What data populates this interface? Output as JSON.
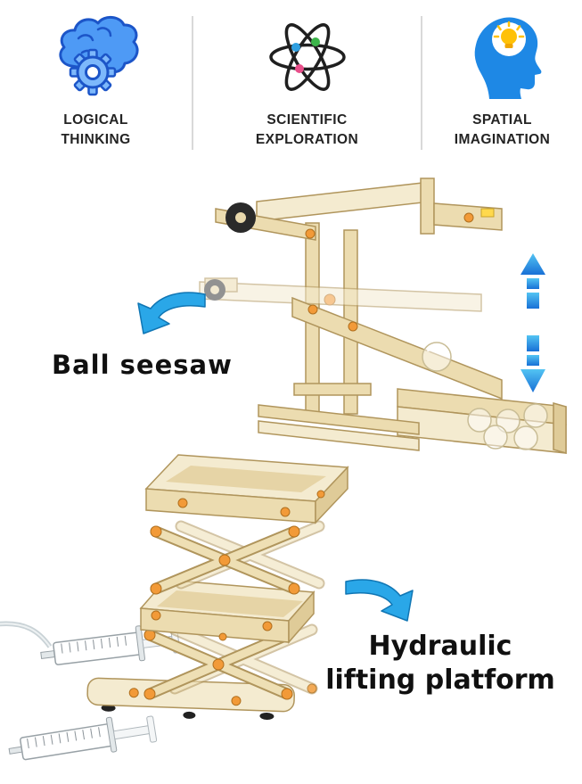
{
  "features": {
    "items": [
      {
        "icon": "brain-gear-icon",
        "line1": "LOGICAL",
        "line2": "THINKING"
      },
      {
        "icon": "atom-icon",
        "line1": "SCIENTIFIC",
        "line2": "EXPLORATION"
      },
      {
        "icon": "head-lightbulb-icon",
        "line1": "SPATIAL",
        "line2": "IMAGINATION"
      }
    ]
  },
  "labels": {
    "ball_seesaw": "Ball seesaw",
    "hydraulic_line1": "Hydraulic",
    "hydraulic_line2": "lifting platform"
  },
  "icons": {
    "brain_gear": "brain-gear-icon",
    "atom": "atom-icon",
    "head_bulb": "head-lightbulb-icon",
    "up_arrow": "up-arrow-icon",
    "down_arrow": "down-arrow-icon",
    "curved_arrow_left": "curved-arrow-left-icon",
    "curved_arrow_right": "curved-arrow-right-icon"
  },
  "colors": {
    "accent_blue": "#2aa7e8",
    "vertical_arrow_blue": "#2196f3",
    "icon_blue": "#1e88e5",
    "bulb_yellow": "#ffc107",
    "wood_light": "#f4ebd0",
    "wood_mid": "#ecdcb0",
    "wood_outline": "#b0955c",
    "knob_orange": "#f29a38",
    "divider_gray": "#d9d9d9",
    "text_dark": "#101010"
  }
}
